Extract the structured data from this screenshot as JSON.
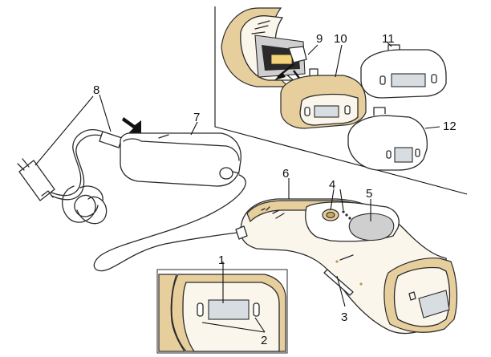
{
  "diagram": {
    "callouts": [
      {
        "id": "c1",
        "label": "1"
      },
      {
        "id": "c2",
        "label": "2"
      },
      {
        "id": "c3",
        "label": "3"
      },
      {
        "id": "c4",
        "label": "4"
      },
      {
        "id": "c5",
        "label": "5"
      },
      {
        "id": "c6",
        "label": "6"
      },
      {
        "id": "c7",
        "label": "7"
      },
      {
        "id": "c8",
        "label": "8"
      },
      {
        "id": "c9",
        "label": "9"
      },
      {
        "id": "c10",
        "label": "10"
      },
      {
        "id": "c11",
        "label": "11"
      },
      {
        "id": "c12",
        "label": "12"
      }
    ]
  },
  "colors": {
    "gold_trim": "#e7cf9d",
    "gold_dark": "#c9a866",
    "body_cream": "#fbf6ec",
    "line": "#2a2a2a"
  }
}
